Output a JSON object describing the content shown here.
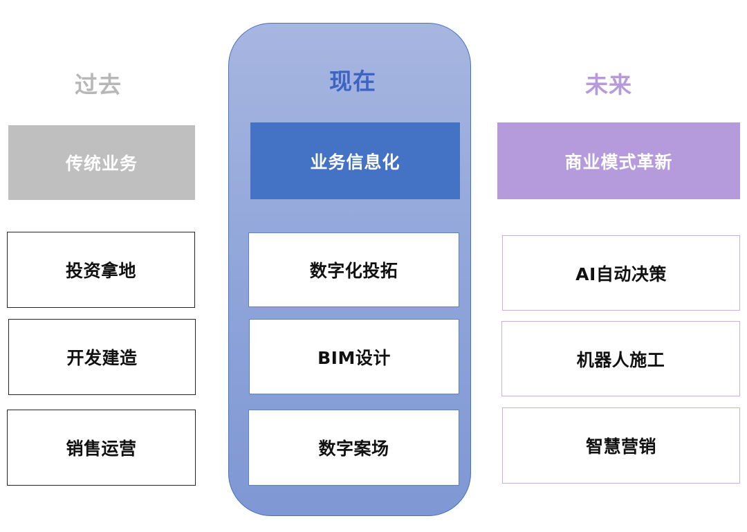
{
  "columns": {
    "past": {
      "title": "过去",
      "header": "传统业务",
      "items": [
        "投资拿地",
        "开发建造",
        "销售运营"
      ]
    },
    "present": {
      "title": "现在",
      "header": "业务信息化",
      "items": [
        "数字化投拓",
        "BIM设计",
        "数字案场"
      ]
    },
    "future": {
      "title": "未来",
      "header": "商业模式革新",
      "items": [
        "AI自动决策",
        "机器人施工",
        "智慧营销"
      ]
    }
  },
  "colors": {
    "past_title": "#b7b7b7",
    "past_header": "#bfbfbf",
    "present_title": "#3d64c3",
    "present_header": "#4472c4",
    "present_column_bg": "#8ea4d9",
    "future_title": "#b79ad9",
    "future_header": "#b59bdb",
    "future_item_border": "#c6b0e3"
  }
}
